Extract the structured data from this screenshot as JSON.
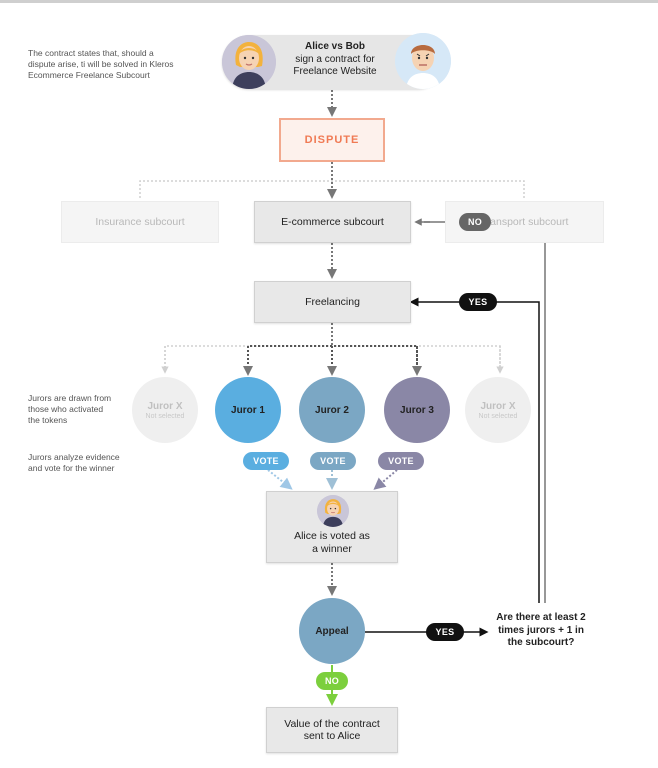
{
  "note_contract": "The contract states that, should a dispute arise, ti will be solved in Kleros Ecommerce Freelance Subcourt",
  "contract": {
    "title": "Alice vs Bob",
    "line2": "sign a contract for",
    "line3": "Freelance Website"
  },
  "dispute_label": "DISPUTE",
  "subcourts": {
    "insurance": "Insurance subcourt",
    "ecommerce": "E-commerce subcourt",
    "transport": "Transport subcourt"
  },
  "freelancing_label": "Freelancing",
  "note_jurors_drawn": "Jurors are drawn from those who activated the tokens",
  "note_jurors_vote": "Jurors analyze evidence and vote for the winner",
  "jurors": [
    {
      "name": "Juror X",
      "sub": "Not selected",
      "color": "#efefef"
    },
    {
      "name": "Juror 1",
      "sub": "",
      "color": "#5aaee0"
    },
    {
      "name": "Juror 2",
      "sub": "",
      "color": "#7ba7c4"
    },
    {
      "name": "Juror 3",
      "sub": "",
      "color": "#8a87a6"
    },
    {
      "name": "Juror X",
      "sub": "Not selected",
      "color": "#efefef"
    }
  ],
  "vote_label": "VOTE",
  "winner": {
    "line1": "Alice is voted as",
    "line2": "a winner"
  },
  "appeal_label": "Appeal",
  "yes_label": "YES",
  "no_label": "NO",
  "question": "Are there at least 2 times jurors + 1 in the subcourt?",
  "final": {
    "line1": "Value of the contract",
    "line2": "sent to Alice"
  },
  "colors": {
    "dispute_orange": "#f07a54",
    "vote1": "#5aaee0",
    "vote2": "#7ba7c4",
    "vote3": "#8a87a6",
    "appeal": "#7ba7c4",
    "no_green": "#7ccf3d",
    "dark": "#111111"
  }
}
